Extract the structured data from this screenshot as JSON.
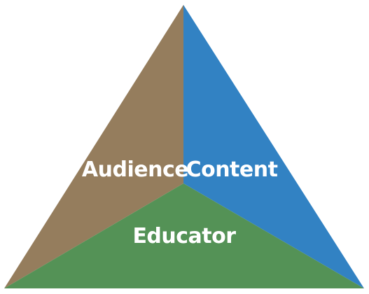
{
  "diagram": {
    "segments": [
      {
        "id": "audience",
        "label": "Audience",
        "color": "#957d5d"
      },
      {
        "id": "content",
        "label": "Content",
        "color": "#3282c3"
      },
      {
        "id": "educator",
        "label": "Educator",
        "color": "#549256"
      }
    ]
  }
}
